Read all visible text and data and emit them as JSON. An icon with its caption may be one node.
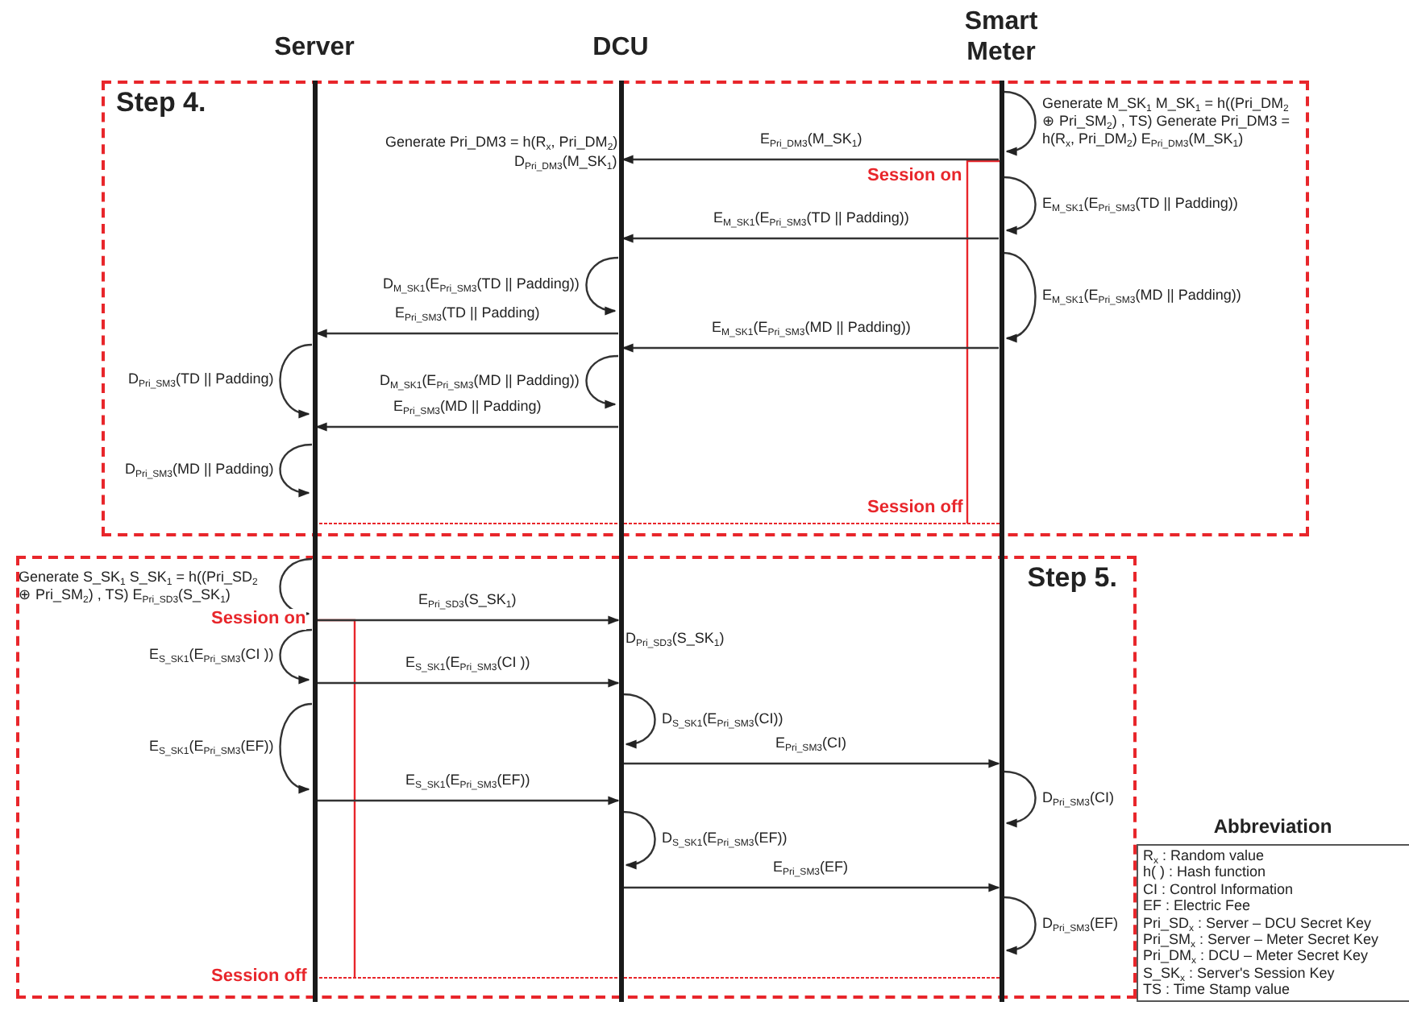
{
  "diagram": {
    "nodes": [
      {
        "text": [],
        "shape": "bar",
        "beside": [
          "Server"
        ]
      },
      {
        "text": [],
        "shape": "bar",
        "beside": [
          "DCU"
        ]
      },
      {
        "text": [],
        "shape": "bar",
        "beside": [
          "Smart Meter"
        ]
      },
      {
        "text": [
          "Step 4."
        ]
      },
      {
        "text": [
          "Step 5."
        ]
      },
      {
        "text": [
          "Abbreviation",
          "R$_{x}$ : Random value",
          "h(  ) : Hash function",
          "CI : Control Information",
          "EF : Electric Fee",
          "Pri_SD$_{x}$ : Server – DCU Secret Key",
          "Pri_SM$_{x}$ : Server – Meter Secret Key",
          "Pri_DM$_{x}$ : DCU – Meter Secret Key",
          "S_SK$_{x}$ : Server's Session Key",
          "TS : Time Stamp value"
        ]
      }
    ],
    "edges": [
      {
        "from": 2,
        "to": 2,
        "arrow": "to",
        "label": "Generate M_SK$_{1}$ M_SK$_{1}$ = h((Pri_DM$_{2}$ ⊕ Pri_SM$_{2}$) , TS) Generate Pri_DM3 = h(R$_{x}$, Pri_DM$_{2}$) E$_{Pri_DM3}$(M_SK$_{1}$)"
      },
      {
        "from": 2,
        "to": 1,
        "arrow": "to",
        "label": "E$_{Pri_DM3}$(M_SK$_{1}$)"
      },
      {
        "from": 2,
        "to": 2,
        "arrow": "to",
        "label": "E$_{M_SK1}$(E$_{Pri_SM3}$(TD || Padding))"
      },
      {
        "from": 2,
        "to": 1,
        "arrow": "to",
        "label": "E$_{M_SK1}$(E$_{Pri_SM3}$(TD || Padding))"
      },
      {
        "from": 2,
        "to": 2,
        "arrow": "to",
        "label": "E$_{M_SK1}$(E$_{Pri_SM3}$(MD || Padding))"
      },
      {
        "from": 1,
        "to": 1,
        "arrow": "to",
        "label": "D$_{M_SK1}$(E$_{Pri_SM3}$(TD || Padding))"
      },
      {
        "from": 1,
        "to": 0,
        "arrow": "to",
        "label": "E$_{Pri_SM3}$(TD || Padding)"
      },
      {
        "from": 2,
        "to": 1,
        "arrow": "to",
        "label": "E$_{M_SK1}$(E$_{Pri_SM3}$(MD || Padding))"
      },
      {
        "from": 0,
        "to": 0,
        "arrow": "to",
        "label": "D$_{Pri_SM3}$(TD || Padding)"
      },
      {
        "from": 1,
        "to": 1,
        "arrow": "to",
        "label": "D$_{M_SK1}$(E$_{Pri_SM3}$(MD || Padding))"
      },
      {
        "from": 1,
        "to": 0,
        "arrow": "to",
        "label": "E$_{Pri_SM3}$(MD || Padding)"
      },
      {
        "from": 0,
        "to": 0,
        "arrow": "to",
        "label": "D$_{Pri_SM3}$(MD || Padding)"
      },
      {
        "from": 0,
        "to": 0,
        "arrow": "to",
        "label": "Generate S_SK$_{1}$ S_SK$_{1}$ = h((Pri_SD$_{2}$ ⊕ Pri_SM$_{2}$) , TS) E$_{Pri_SD3}$(S_SK$_{1}$)"
      },
      {
        "from": 0,
        "to": 1,
        "arrow": "to",
        "label": "E$_{Pri_SD3}$(S_SK$_{1}$)"
      },
      {
        "from": 0,
        "to": 0,
        "arrow": "to",
        "label": "E$_{S_SK1}$(E$_{Pri_SM3}$(CI ))"
      },
      {
        "from": 0,
        "to": 1,
        "arrow": "to",
        "label": "E$_{S_SK1}$(E$_{Pri_SM3}$(CI ))"
      },
      {
        "from": 1,
        "to": 1,
        "arrow": "to",
        "label": "D$_{S_SK1}$(E$_{Pri_SM3}$(CI))"
      },
      {
        "from": 0,
        "to": 0,
        "arrow": "to",
        "label": "E$_{S_SK1}$(E$_{Pri_SM3}$(EF))"
      },
      {
        "from": 1,
        "to": 2,
        "arrow": "to",
        "label": "E$_{Pri_SM3}$(CI)"
      },
      {
        "from": 2,
        "to": 2,
        "arrow": "to",
        "label": "D$_{Pri_SM3}$(CI)"
      },
      {
        "from": 0,
        "to": 1,
        "arrow": "to",
        "label": "E$_{S_SK1}$(E$_{Pri_SM3}$(EF))"
      },
      {
        "from": 1,
        "to": 1,
        "arrow": "to",
        "label": "D$_{S_SK1}$(E$_{Pri_SM3}$(EF))"
      },
      {
        "from": 1,
        "to": 2,
        "arrow": "to",
        "label": "E$_{Pri_SM3}$(EF)"
      },
      {
        "from": 2,
        "to": 2,
        "arrow": "to",
        "label": "D$_{Pri_SM3}$(EF)"
      }
    ],
    "labels": [
      "Generate Pri_DM3 = h(R$_{x}$, Pri_DM$_{2}$)",
      "D$_{Pri_DM3}$(M_SK$_{1}$)",
      "Session on",
      "Session off",
      "Session on",
      "D$_{Pri_SD3}$(S_SK$_{1}$)",
      "Session off"
    ]
  }
}
